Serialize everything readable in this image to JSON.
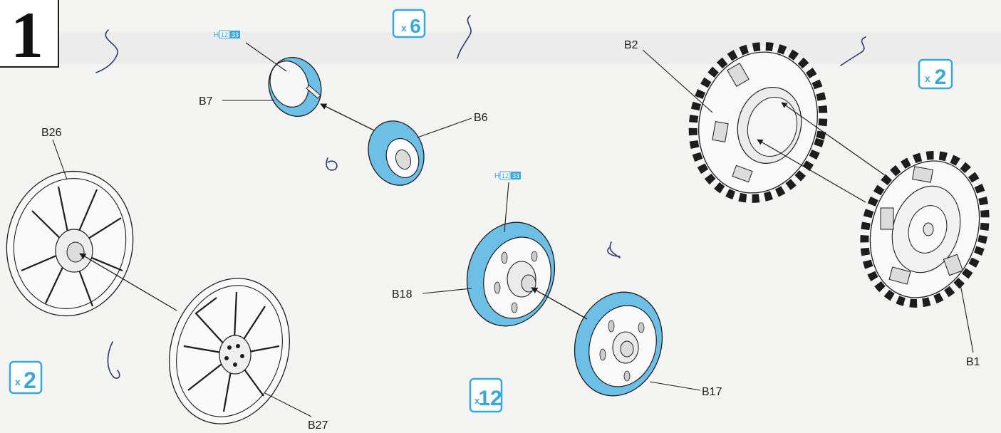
{
  "step": {
    "number": "1"
  },
  "quantity_badges": [
    {
      "id": "x6",
      "prefix": "x",
      "count": "6"
    },
    {
      "id": "x2-right",
      "prefix": "x",
      "count": "2"
    },
    {
      "id": "x2-left",
      "prefix": "x",
      "count": "2"
    },
    {
      "id": "x12",
      "prefix": "x",
      "count": "12"
    }
  ],
  "paint_codes": [
    {
      "id": "paint-code-upper",
      "brand": "H",
      "color_a": "12",
      "color_b": "33"
    },
    {
      "id": "paint-code-lower",
      "brand": "H",
      "color_a": "12",
      "color_b": "33"
    }
  ],
  "part_labels": {
    "b1": "B1",
    "b2": "B2",
    "b6": "B6",
    "b7": "B7",
    "b17": "B17",
    "b18": "B18",
    "b26": "B26",
    "b27": "B27"
  },
  "colors": {
    "paint_blue": "#6dbfe6",
    "badge_blue": "#3aa7dc",
    "ink": "#1d1d1d",
    "paper": "#f4f4f3"
  }
}
